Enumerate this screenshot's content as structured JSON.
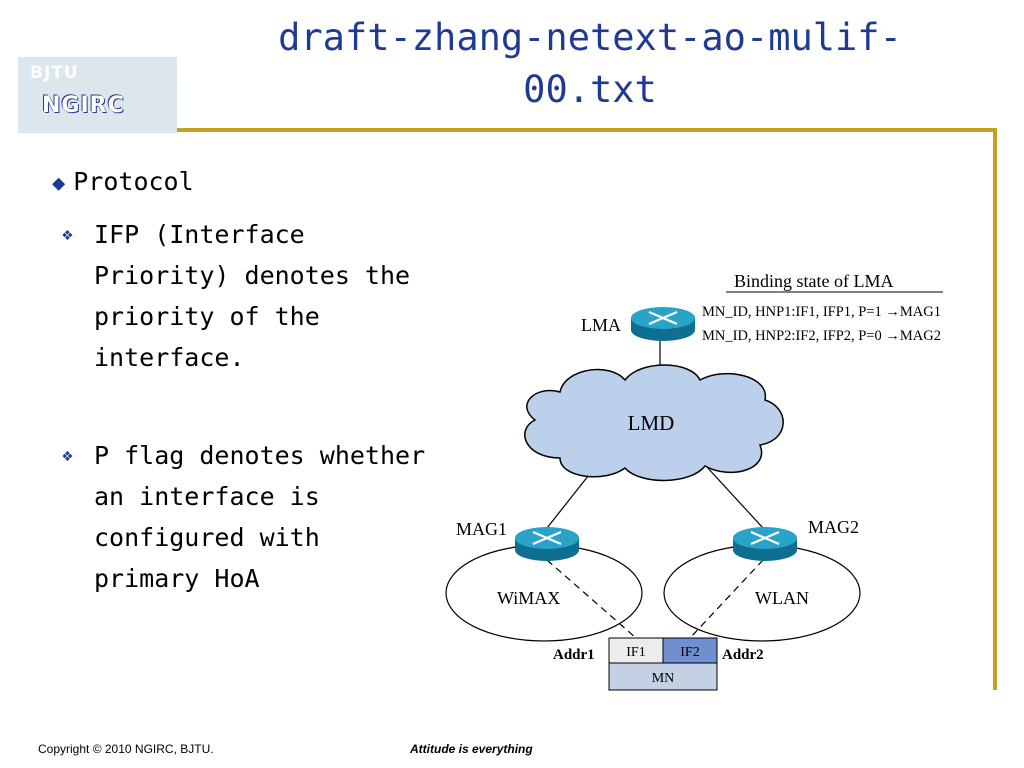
{
  "logo": {
    "line1": "BJTU",
    "line2": "NGIRC"
  },
  "title": "draft-zhang-netext-ao-mulif-\n00.txt",
  "bullet": "Protocol",
  "subbullets": [
    {
      "text": "IFP (Interface\nPriority) denotes the\npriority of the\ninterface."
    },
    {
      "text": "P flag denotes whether\nan interface is\nconfigured with\nprimary HoA"
    }
  ],
  "diagram": {
    "binding_title": "Binding state of LMA",
    "binding_rows": [
      "MN_ID,  HNP1:IF1, IFP1, P=1 →MAG1",
      "MN_ID,  HNP2:IF2, IFP2, P=0 →MAG2"
    ],
    "lma": "LMA",
    "lmd": "LMD",
    "mag1": "MAG1",
    "mag2": "MAG2",
    "net1": "WiMAX",
    "net2": "WLAN",
    "if1": "IF1",
    "if2": "IF2",
    "mn": "MN",
    "addr1": "Addr1",
    "addr2": "Addr2",
    "colors": {
      "cloud": "#bcd0ec",
      "router": "#1a8fb5",
      "if2": "#6f8fd0",
      "mn": "#c4d0e4",
      "if1": "#ececec"
    }
  },
  "footer": {
    "copyright": "Copyright © 2010 NGIRC, BJTU.",
    "slogan": "Attitude is everything"
  }
}
